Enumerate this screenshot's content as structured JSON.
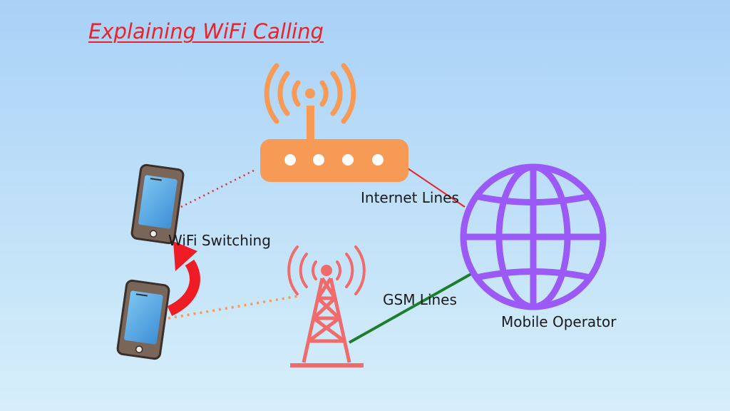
{
  "title": "Explaining WiFi Calling",
  "labels": {
    "internet_lines": "Internet Lines",
    "wifi_switching": "WiFi Switching",
    "gsm_lines": "GSM Lines",
    "mobile_operator": "Mobile Operator"
  },
  "colors": {
    "title": "#e8232a",
    "router": "#f79a55",
    "tower": "#f06b6b",
    "globe": "#9b59f6",
    "internet_line": "#e8232a",
    "gsm_line": "#1e7d2e",
    "wifi_link": "#e8232a",
    "cellular_link": "#f79a55",
    "switch_arrow": "#ee1c24",
    "phone_body": "#7a6658",
    "phone_screen": "#5fb0ea"
  },
  "icons": [
    "router-icon",
    "cell-tower-icon",
    "globe-icon",
    "smartphone-icon",
    "curved-arrow-icon"
  ]
}
